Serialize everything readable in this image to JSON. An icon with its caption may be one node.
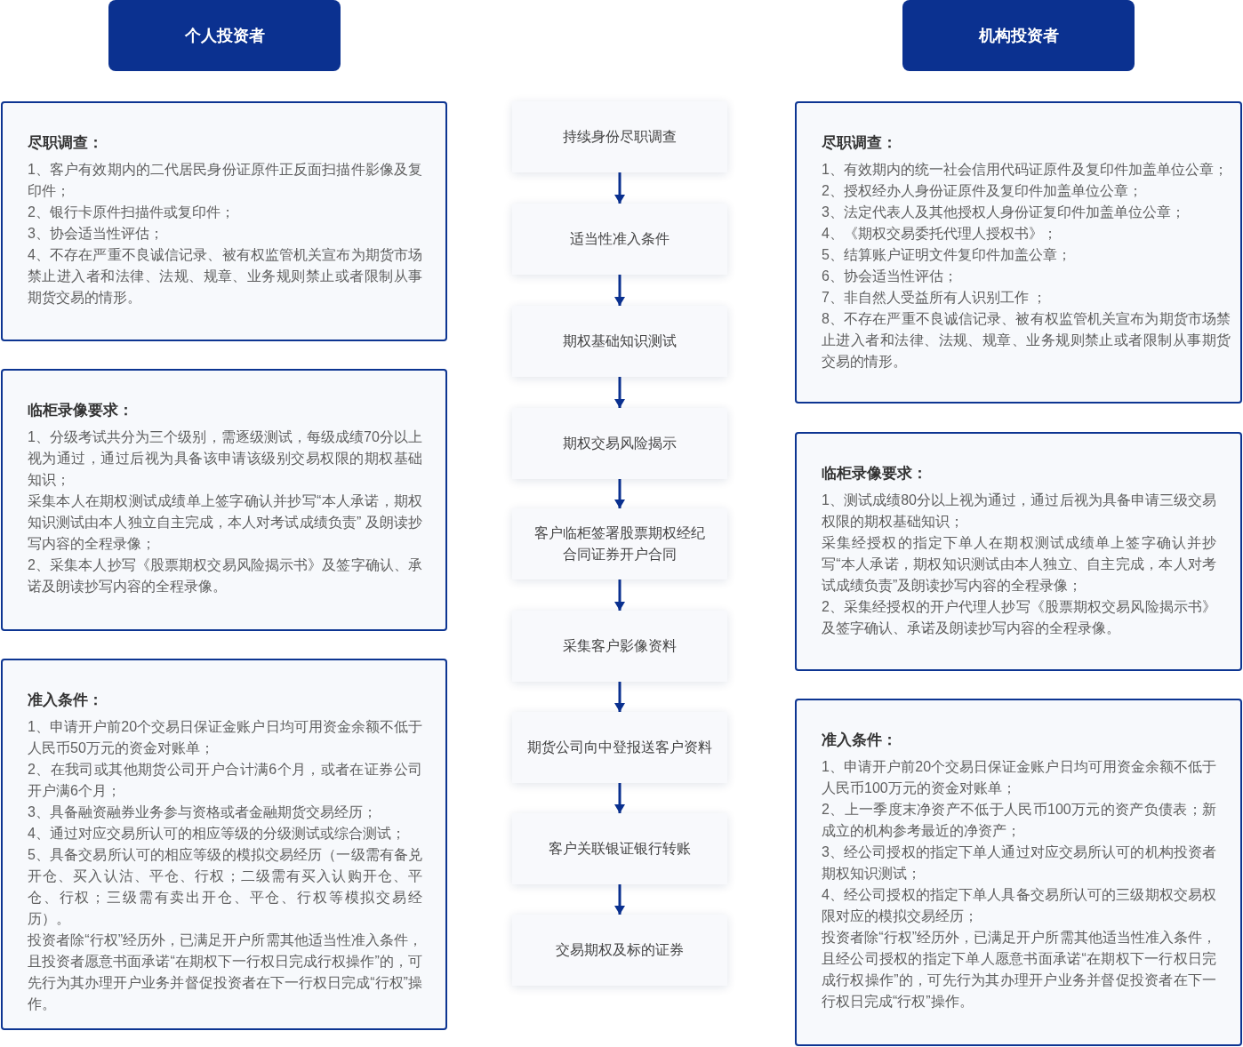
{
  "diagram": {
    "nodes": [
      {
        "text": [
          "个人投资者"
        ]
      },
      {
        "text": [
          "机构投资者"
        ]
      },
      {
        "text": [
          "尽职调查：",
          "1、客户有效期内的二代居民身份证原件正反面扫描件影像及复印件；",
          "2、银行卡原件扫描件或复印件；",
          "3、协会适当性评估；",
          "4、不存在严重不良诚信记录、被有权监管机关宣布为期货市场禁止进入者和法律、法规、规章、业务规则禁止或者限制从事期货交易的情形。"
        ]
      },
      {
        "text": [
          "临柜录像要求：",
          "1、分级考试共分为三个级别，需逐级测试，每级成绩70分以上视为通过，通过后视为具备该申请该级别交易权限的期权基础知识；",
          "采集本人在期权测试成绩单上签字确认并抄写“本人承诺，期权知识测试由本人独立自主完成，本人对考试成绩负责” 及朗读抄写内容的全程录像；",
          "2、采集本人抄写《股票期权交易风险揭示书》及签字确认、承诺及朗读抄写内容的全程录像。"
        ]
      },
      {
        "text": [
          "准入条件：",
          "1、申请开户前20个交易日保证金账户日均可用资金余额不低于人民币50万元的资金对账单；",
          "2、在我司或其他期货公司开户合计满6个月，或者在证券公司开户满6个月；",
          "3、具备融资融券业务参与资格或者金融期货交易经历；",
          "4、通过对应交易所认可的相应等级的分级测试或综合测试；",
          "5、具备交易所认可的相应等级的模拟交易经历（一级需有备兑开仓、买入认沽、平仓、行权；二级需有买入认购开仓、平仓、行权；三级需有卖出开仓、平仓、行权等模拟交易经历）。",
          "投资者除“行权”经历外，已满足开户所需其他适当性准入条件，且投资者愿意书面承诺“在期权下一行权日完成行权操作”的，可先行为其办理开户业务并督促投资者在下一行权日完成“行权”操作。"
        ]
      },
      {
        "text": [
          "持续身份尽职调查"
        ]
      },
      {
        "text": [
          "适当性准入条件"
        ]
      },
      {
        "text": [
          "期权基础知识测试"
        ]
      },
      {
        "text": [
          "期权交易风险揭示"
        ]
      },
      {
        "text": [
          "客户临柜签署股票期权经纪合同证券开户合同"
        ]
      },
      {
        "text": [
          "采集客户影像资料"
        ]
      },
      {
        "text": [
          "期货公司向中登报送客户资料"
        ]
      },
      {
        "text": [
          "客户关联银证银行转账"
        ]
      },
      {
        "text": [
          "交易期权及标的证券"
        ]
      },
      {
        "text": [
          "尽职调查：",
          "1、有效期内的统一社会信用代码证原件及复印件加盖单位公章；",
          "2、授权经办人身份证原件及复印件加盖单位公章；",
          "3、法定代表人及其他授权人身份证复印件加盖单位公章；",
          "4、《期权交易委托代理人授权书》；",
          "5、结算账户证明文件复印件加盖公章；",
          "6、协会适当性评估；",
          "7、非自然人受益所有人识别工作 ；",
          "8、不存在严重不良诚信记录、被有权监管机关宣布为期货市场禁止进入者和法律、法规、规章、业务规则禁止或者限制从事期货交易的情形。"
        ]
      },
      {
        "text": [
          "临柜录像要求：",
          "1、测试成绩80分以上视为通过，通过后视为具备申请三级交易权限的期权基础知识；",
          "采集经授权的指定下单人在期权测试成绩单上签字确认并抄写“本人承诺，期权知识测试由本人独立、自主完成，本人对考试成绩负责”及朗读抄写内容的全程录像；",
          "2、采集经授权的开户代理人抄写《股票期权交易风险揭示书》及签字确认、承诺及朗读抄写内容的全程录像。"
        ]
      },
      {
        "text": [
          "准入条件：",
          "1、申请开户前20个交易日保证金账户日均可用资金余额不低于人民币100万元的资金对账单；",
          "2、上一季度末净资产不低于人民币100万元的资产负债表；新成立的机构参考最近的净资产；",
          "3、经公司授权的指定下单人通过对应交易所认可的机构投资者期权知识测试；",
          "4、经公司授权的指定下单人具备交易所认可的三级期权交易权限对应的模拟交易经历；",
          "投资者除“行权”经历外，已满足开户所需其他适当性准入条件，且经公司授权的指定下单人愿意书面承诺“在期权下一行权日完成行权操作”的，可先行为其办理开户业务并督促投资者在下一行权日完成“行权”操作。"
        ]
      }
    ],
    "edges": [
      {
        "from": 5,
        "to": 6,
        "arrow": "to"
      },
      {
        "from": 6,
        "to": 7,
        "arrow": "to"
      },
      {
        "from": 7,
        "to": 8,
        "arrow": "to"
      },
      {
        "from": 8,
        "to": 9,
        "arrow": "to"
      },
      {
        "from": 9,
        "to": 10,
        "arrow": "to"
      },
      {
        "from": 10,
        "to": 11,
        "arrow": "to"
      },
      {
        "from": 11,
        "to": 12,
        "arrow": "to"
      },
      {
        "from": 12,
        "to": 13,
        "arrow": "to"
      }
    ]
  }
}
